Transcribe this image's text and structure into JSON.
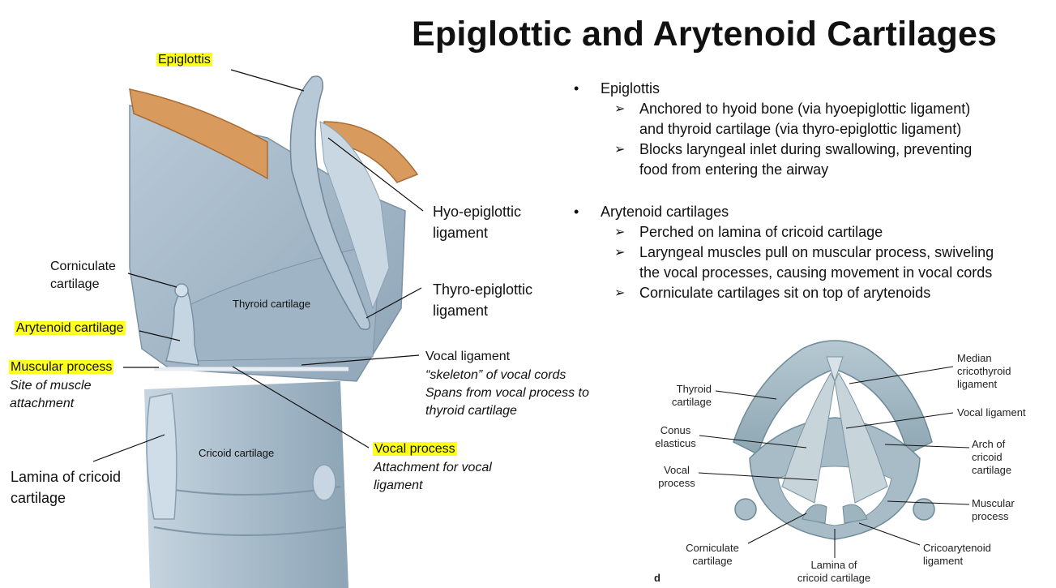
{
  "title": "Epiglottic and Arytenoid Cartilages",
  "left_figure": {
    "epiglottis": "Epiglottis",
    "hyo_epiglottic": [
      "Hyo-epiglottic",
      "ligament"
    ],
    "thyro_epiglottic": [
      "Thyro-epiglottic",
      "ligament"
    ],
    "corniculate": [
      "Corniculate",
      "cartilage"
    ],
    "arytenoid": "Arytenoid cartilage",
    "muscular_process": "Muscular process",
    "muscular_sub": [
      "Site of muscle",
      "attachment"
    ],
    "thyroid_cartilage": "Thyroid cartilage",
    "vocal_ligament": "Vocal ligament",
    "vocal_ligament_sub": [
      "“skeleton” of vocal cords",
      "Spans from vocal process to",
      "thyroid cartilage"
    ],
    "cricoid_cartilage": "Cricoid cartilage",
    "lamina": [
      "Lamina of cricoid",
      "cartilage"
    ],
    "vocal_process": "Vocal process",
    "vocal_process_sub": [
      "Attachment for vocal",
      "ligament"
    ]
  },
  "bullets": [
    {
      "text": "Epiglottis",
      "subs": [
        [
          "Anchored to hyoid bone (via hyoepiglottic ligament)",
          "and thyroid cartilage (via thyro-epiglottic ligament)"
        ],
        [
          "Blocks laryngeal inlet during swallowing, preventing",
          "food from entering the airway"
        ]
      ]
    },
    {
      "text": "Arytenoid cartilages",
      "subs": [
        [
          "Perched on lamina of cricoid cartilage"
        ],
        [
          "Laryngeal muscles pull on muscular process, swiveling",
          "the vocal processes, causing movement in vocal cords"
        ],
        [
          "Corniculate cartilages sit on top of arytenoids"
        ]
      ]
    }
  ],
  "right_figure": {
    "thyroid": [
      "Thyroid",
      "cartilage"
    ],
    "conus": [
      "Conus",
      "elasticus"
    ],
    "vocal_process": [
      "Vocal",
      "process"
    ],
    "corniculate": [
      "Corniculate",
      "cartilage"
    ],
    "lamina": [
      "Lamina of",
      "cricoid cartilage"
    ],
    "median": [
      "Median",
      "cricothyroid",
      "ligament"
    ],
    "vocal_ligament": "Vocal ligament",
    "arch": [
      "Arch of",
      "cricoid",
      "cartilage"
    ],
    "muscular": [
      "Muscular",
      "process"
    ],
    "cricoarytenoid": [
      "Cricoarytenoid",
      "ligament"
    ],
    "panel_letter": "d"
  },
  "colors": {
    "highlight": "#ffff1e",
    "cartilage": "#a9bfcf",
    "bone": "#d99a5e"
  }
}
